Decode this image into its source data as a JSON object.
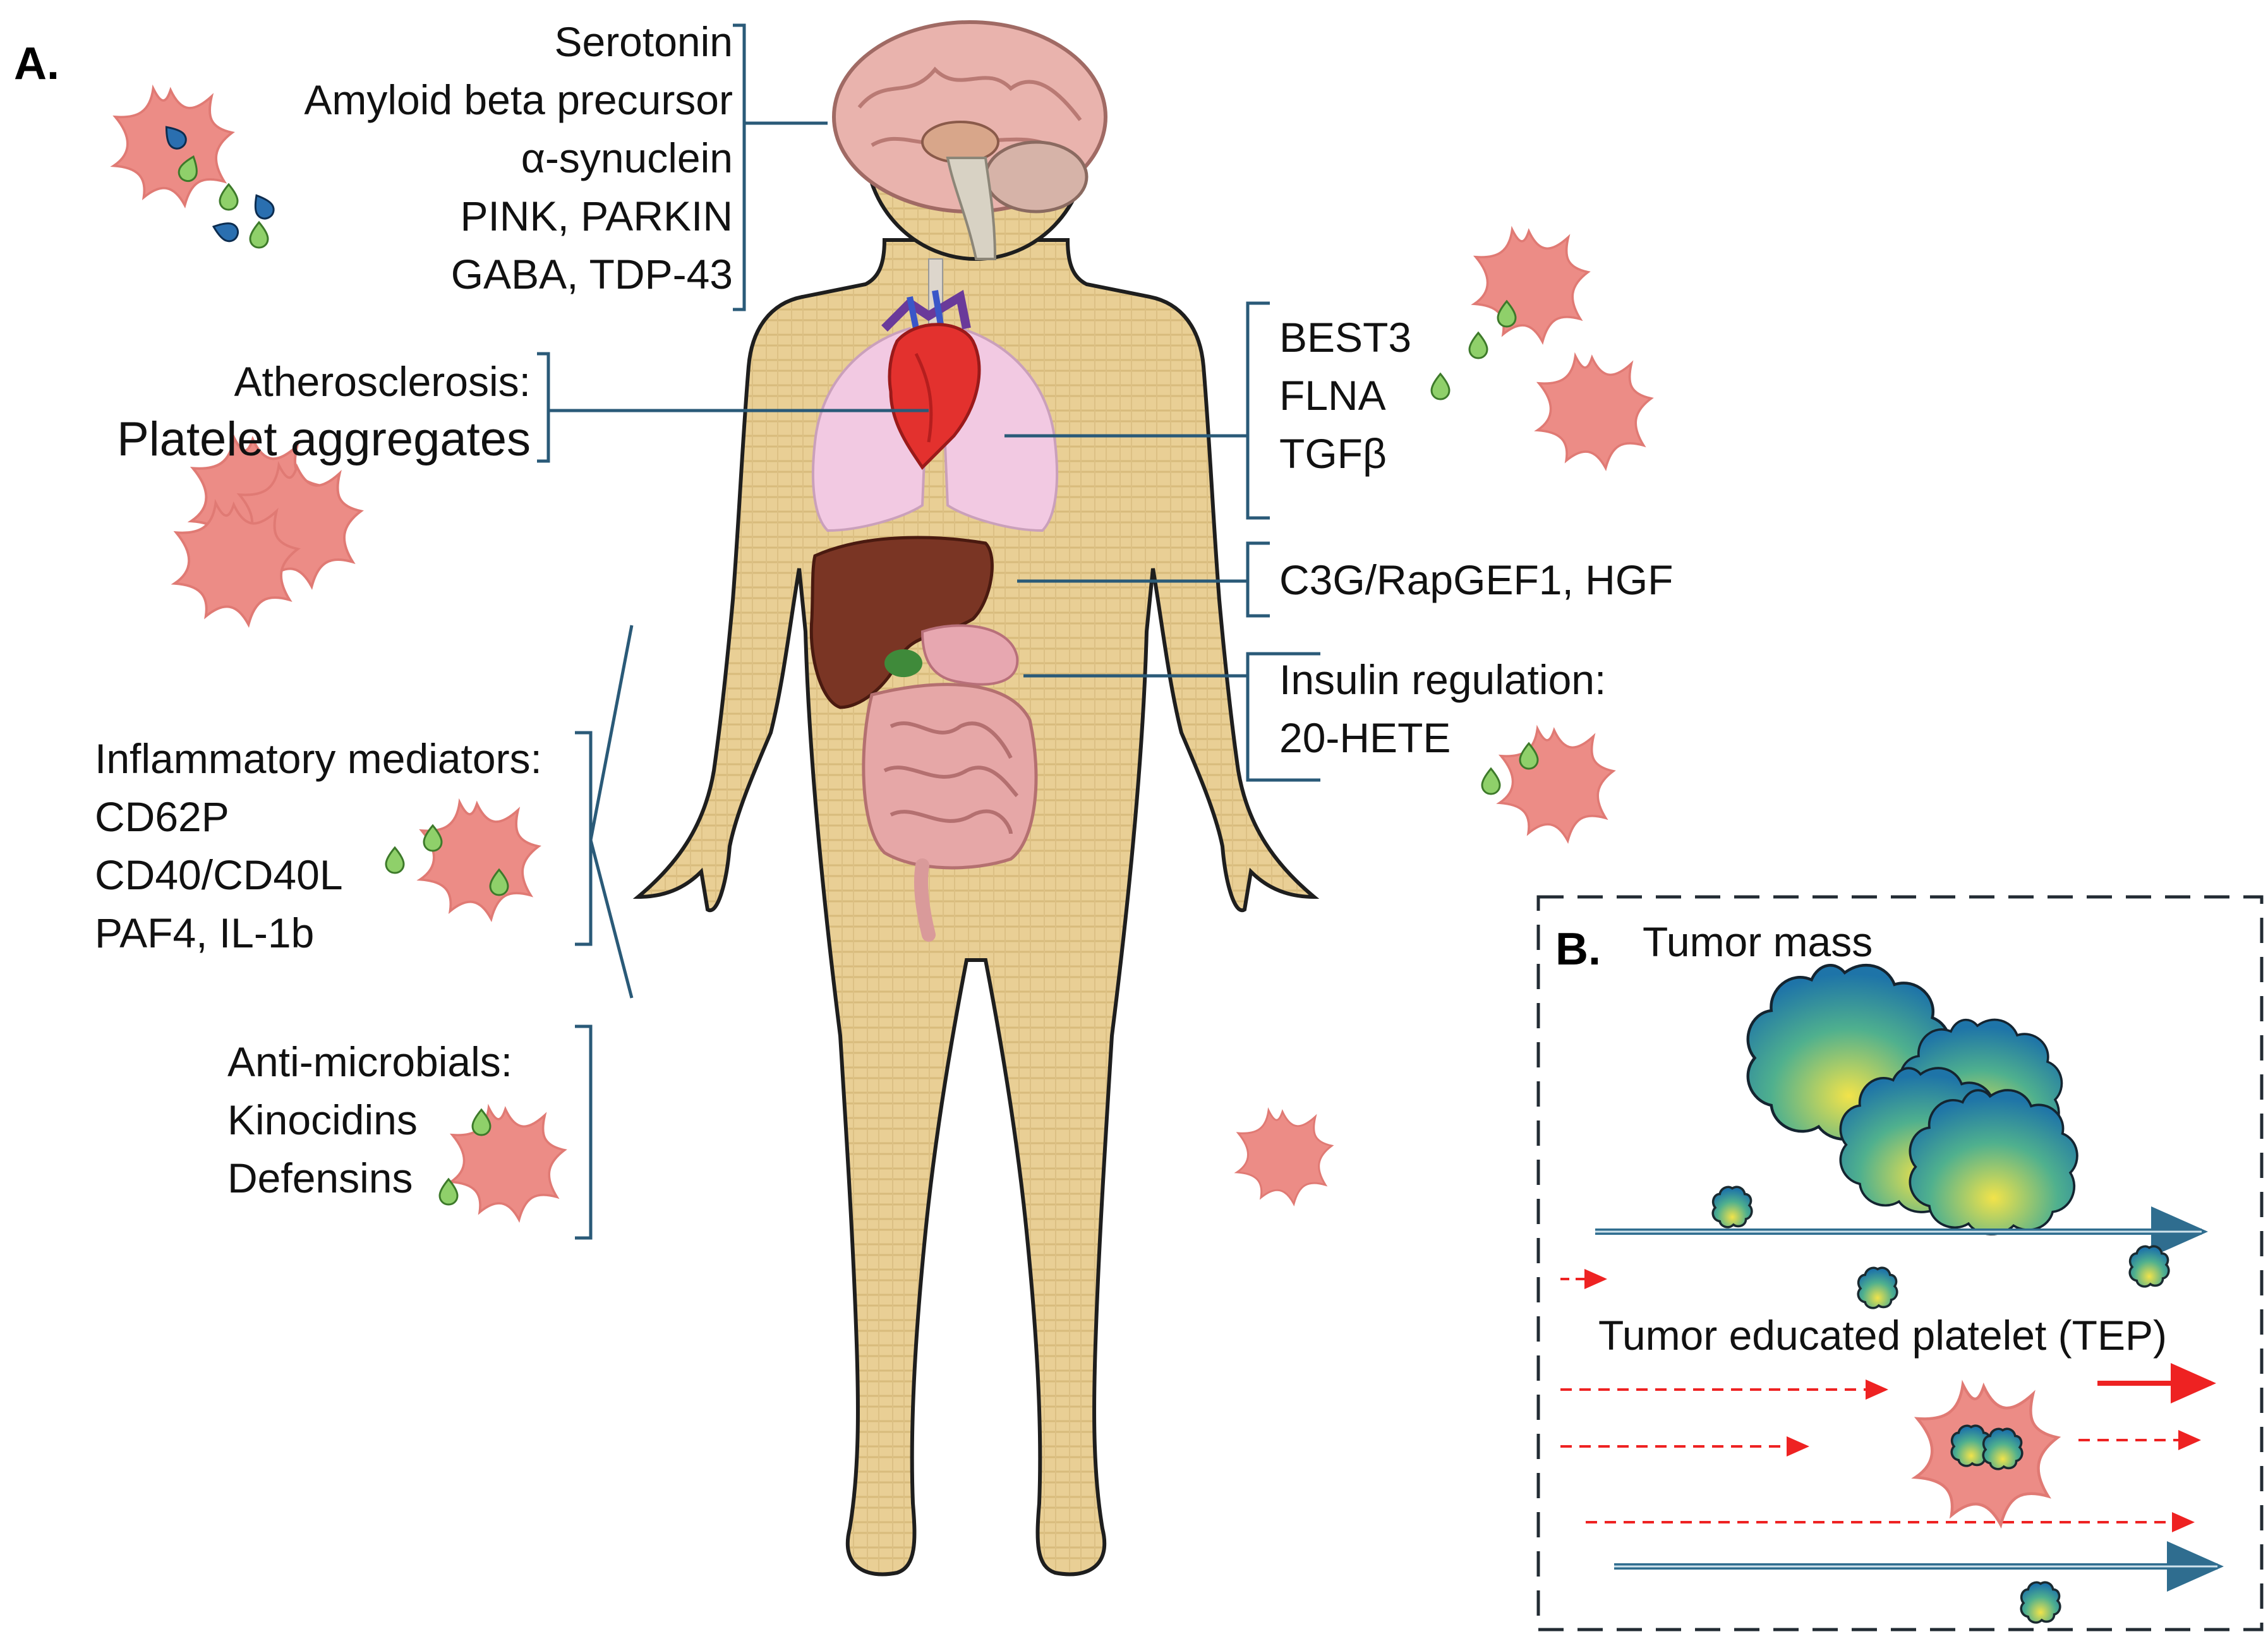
{
  "panel_a": {
    "tag": "A.",
    "brain_labels": [
      "Serotonin",
      "Amyloid beta precursor",
      "α-synuclein",
      "PINK, PARKIN",
      "GABA, TDP-43"
    ],
    "heart_labels": [
      "Atherosclerosis:",
      "Platelet aggregates"
    ],
    "lung_labels": [
      "BEST3",
      "FLNA",
      "TGFβ"
    ],
    "liver_labels": [
      "C3G/RapGEF1, HGF"
    ],
    "pancreas_labels": [
      "Insulin regulation:",
      "20-HETE"
    ],
    "inflammatory_labels": [
      "Inflammatory mediators:",
      "CD62P",
      "CD40/CD40L",
      "PAF4, IL-1b"
    ],
    "antimicrobial_labels": [
      "Anti-microbials:",
      "Kinocidins",
      "Defensins"
    ]
  },
  "panel_b": {
    "tag": "B.",
    "tumor_label": "Tumor mass",
    "tep_label": "Tumor educated platelet (TEP)"
  },
  "colors": {
    "body_fill": "#e9cf95",
    "body_stroke": "#1e1e1e",
    "bracket": "#2a5a78",
    "platelet": "#ec8c86",
    "granule_green": "#8fd06a",
    "granule_blue": "#2a6fb0",
    "red_arrow": "#ee2222",
    "blue_arrow": "#2f6d8f"
  }
}
